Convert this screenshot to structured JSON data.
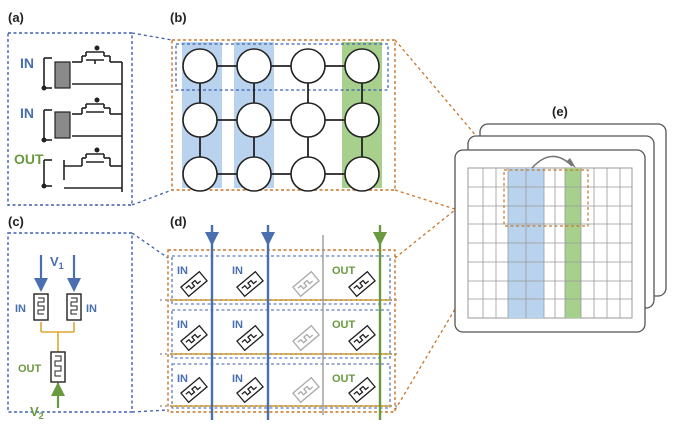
{
  "panels": {
    "a": {
      "label": "(a)",
      "rows": [
        {
          "text": "IN",
          "color": "#4a6fb0"
        },
        {
          "text": "IN",
          "color": "#4a6fb0"
        },
        {
          "text": "OUT",
          "color": "#6a9a40"
        }
      ]
    },
    "b": {
      "label": "(b)",
      "grid_rows": 3,
      "grid_cols": 4,
      "highlighted_input_columns": [
        1,
        2
      ],
      "highlighted_output_columns": [
        4
      ]
    },
    "c": {
      "label": "(c)",
      "v1": "V",
      "v1_sub": "1",
      "v2": "V",
      "v2_sub": "2",
      "in_left": "IN",
      "in_right": "IN",
      "out": "OUT"
    },
    "d": {
      "label": "(d)",
      "rows": 3,
      "cells": [
        "IN",
        "IN",
        "",
        "OUT"
      ]
    },
    "e": {
      "label": "(e)",
      "grid_rows": 8,
      "grid_cols": 11,
      "highlighted_input_columns": [
        3,
        4
      ],
      "highlighted_output_columns": [
        7
      ]
    }
  },
  "colors": {
    "input": "#4a6fb0",
    "output": "#6a9a40",
    "input_fill": "#b9d3ee",
    "output_fill": "#a8d08d",
    "dashed_blue": "#3f5fb0",
    "dashed_orange": "#c8762a",
    "wire_yellow": "#e0a830",
    "grey": "#9a9a9a",
    "dark": "#222222"
  }
}
